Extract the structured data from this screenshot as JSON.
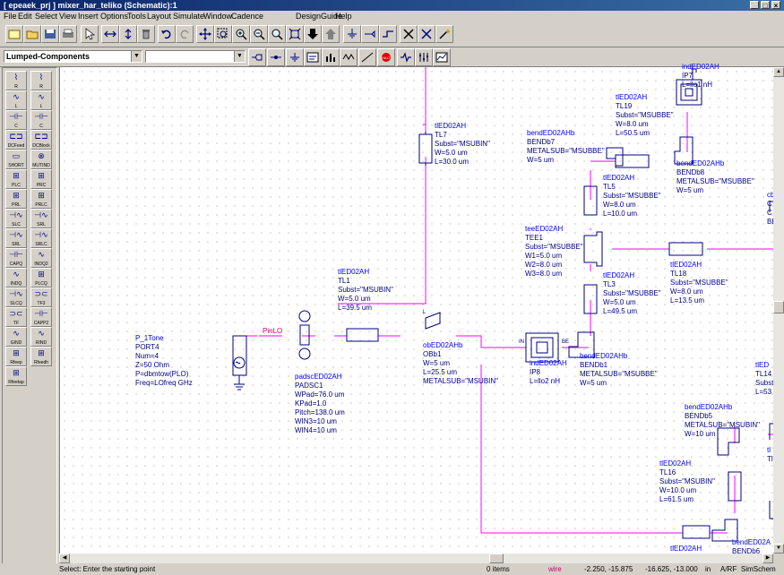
{
  "window": {
    "title": "[ epeaek_prj ] mixer_har_teliko (Schematic):1",
    "controls": [
      "_",
      "□",
      "×"
    ]
  },
  "menu": [
    "File",
    "Edit",
    "Select",
    "View",
    "Insert",
    "Options",
    "Tools",
    "Layout",
    "Simulate",
    "Window",
    "Cadence",
    "DesignGuide",
    "Help"
  ],
  "toolbar2": {
    "library_select": "Lumped-Components",
    "component_select": ""
  },
  "palette": [
    {
      "label": "R",
      "icon": "resistor-icon"
    },
    {
      "label": "R",
      "icon": "resistor-icon"
    },
    {
      "label": "L",
      "icon": "inductor-icon"
    },
    {
      "label": "L",
      "icon": "inductor-icon"
    },
    {
      "label": "C",
      "icon": "capacitor-icon"
    },
    {
      "label": "C",
      "icon": "capacitor-icon"
    },
    {
      "label": "DCFeed",
      "icon": "dcfeed-icon"
    },
    {
      "label": "DCBlock",
      "icon": "dcblock-icon"
    },
    {
      "label": "SHORT",
      "icon": "short-icon"
    },
    {
      "label": "MUTIND",
      "icon": "mutual-inductor-icon"
    },
    {
      "label": "PLC",
      "icon": "plc-icon"
    },
    {
      "label": "PRC",
      "icon": "prc-icon"
    },
    {
      "label": "PRL",
      "icon": "prl-icon"
    },
    {
      "label": "PRLC",
      "icon": "prlc-icon"
    },
    {
      "label": "SLC",
      "icon": "slc-icon"
    },
    {
      "label": "SRL",
      "icon": "srl-icon"
    },
    {
      "label": "SRL",
      "icon": "srl-icon"
    },
    {
      "label": "SRLC",
      "icon": "srlc-icon"
    },
    {
      "label": "CAPQ",
      "icon": "capq-icon"
    },
    {
      "label": "INDQ2",
      "icon": "indq2-icon"
    },
    {
      "label": "INDQ",
      "icon": "indq-icon"
    },
    {
      "label": "PLCQ",
      "icon": "plcq-icon"
    },
    {
      "label": "SLCQ",
      "icon": "slcq-icon"
    },
    {
      "label": "TF3",
      "icon": "tf3-icon"
    },
    {
      "label": "TF",
      "icon": "tf-icon"
    },
    {
      "label": "CAPP2",
      "icon": "capp2-icon"
    },
    {
      "label": "GIND",
      "icon": "gind-icon"
    },
    {
      "label": "RIND",
      "icon": "rind-icon"
    },
    {
      "label": "Rfeep",
      "icon": "rfeep-icon"
    },
    {
      "label": "Rfeedh",
      "icon": "rfeedh-icon"
    },
    {
      "label": "Rfeetap",
      "icon": "rfeetap-icon"
    }
  ],
  "schematic": {
    "net_label": "PinLO",
    "port_labels": [
      "IN",
      "BE",
      "L"
    ],
    "components": [
      {
        "id": "port4",
        "lines": [
          "P_1Tone",
          "PORT4",
          "Num=4",
          "Z=50 Ohm",
          "P=dbmtow(PLO)",
          "Freq=LOfreq GHz"
        ]
      },
      {
        "id": "padsc1",
        "lines": [
          "padscED02AH",
          "PADSC1",
          "WPad=76.0 um",
          "KPad=1.0",
          "Pitch=138.0 um",
          "WIN3=10 um",
          "WIN4=10 um"
        ]
      },
      {
        "id": "tl1",
        "lines": [
          "tlED02AH",
          "TL1",
          "Subst=\"MSUBIN\"",
          "W=5.0 um",
          "L=39.5 um"
        ]
      },
      {
        "id": "tl7",
        "lines": [
          "tlED02AH",
          "TL7",
          "Subst=\"MSUBIN\"",
          "W=5.0 um",
          "L=30.0 um"
        ]
      },
      {
        "id": "obb1",
        "lines": [
          "obED02AHb",
          "OBb1",
          "W=5 um",
          "L=25.5 um",
          "METALSUB=\"MSUBIN\""
        ]
      },
      {
        "id": "ip8",
        "lines": [
          "indED02AH",
          "IP8",
          "L=llo2 nH"
        ]
      },
      {
        "id": "bendb1",
        "lines": [
          "bendED02AHb",
          "BENDb1",
          "METALSUB=\"MSUBBE\"",
          "W=5 um"
        ]
      },
      {
        "id": "tl3",
        "lines": [
          "tlED02AH",
          "TL3",
          "Subst=\"MSUBBE\"",
          "W=5.0 um",
          "L=49.5 um"
        ]
      },
      {
        "id": "tee1",
        "lines": [
          "teeED02AH",
          "TEE1",
          "Subst=\"MSUBBE\"",
          "W1=5.0 um",
          "W2=8.0 um",
          "W3=8.0 um"
        ]
      },
      {
        "id": "tl5",
        "lines": [
          "tlED02AH",
          "TL5",
          "Subst=\"MSUBBE\"",
          "W=8.0 um",
          "L=10.0 um"
        ]
      },
      {
        "id": "bendb7",
        "lines": [
          "bendED02AHb",
          "BENDb7",
          "METALSUB=\"MSUBBE\"",
          "W=5 um"
        ]
      },
      {
        "id": "tl19",
        "lines": [
          "tlED02AH",
          "TL19",
          "Subst=\"MSUBBE\"",
          "W=8.0 um",
          "L=50.5 um"
        ]
      },
      {
        "id": "bendb8",
        "lines": [
          "bendED02AHb",
          "BENDb8",
          "METALSUB=\"MSUBBE\"",
          "W=5 um"
        ]
      },
      {
        "id": "ip7",
        "lines": [
          "indED02AH",
          "IP7",
          "L=llo1 nH"
        ]
      },
      {
        "id": "tl18",
        "lines": [
          "tlED02AH",
          "TL18",
          "Subst=\"MSUBBE\"",
          "W=8.0 um",
          "L=13.5 um"
        ]
      },
      {
        "id": "cb",
        "lines": [
          "cb",
          "C",
          "C",
          "BE"
        ]
      },
      {
        "id": "bendb5",
        "lines": [
          "bendED02AHb",
          "BENDb5",
          "METALSUB=\"MSUBIN\"",
          "W=10 um"
        ]
      },
      {
        "id": "tl14",
        "lines": [
          "tlED",
          "TL14",
          "Subst",
          "L=53"
        ]
      },
      {
        "id": "tl16",
        "lines": [
          "tlED02AH",
          "TL16",
          "Subst=\"MSUBIN\"",
          "W=10.0 um",
          "L=61.5 um"
        ]
      },
      {
        "id": "tl_bottom",
        "lines": [
          "tlED02AH"
        ]
      },
      {
        "id": "bendb6",
        "lines": [
          "bendED02A",
          "BENDb6"
        ]
      },
      {
        "id": "tl_edge",
        "lines": [
          "tl",
          "Tl"
        ]
      }
    ]
  },
  "status": {
    "prompt": "Select: Enter the starting point",
    "items": "0 items",
    "mode": "wire",
    "coord1": "-2.250, -15.875",
    "coord2": "-16.625, -13.000",
    "unit": "in",
    "panel": "A/RF",
    "sim": "SimSchem"
  },
  "colors": {
    "title_bar": "#0a246a",
    "wire": "#ff00ff",
    "component": "#000080",
    "component_label": "#0000ff",
    "net_label": "#cc0066",
    "canvas": "#ffffff"
  }
}
